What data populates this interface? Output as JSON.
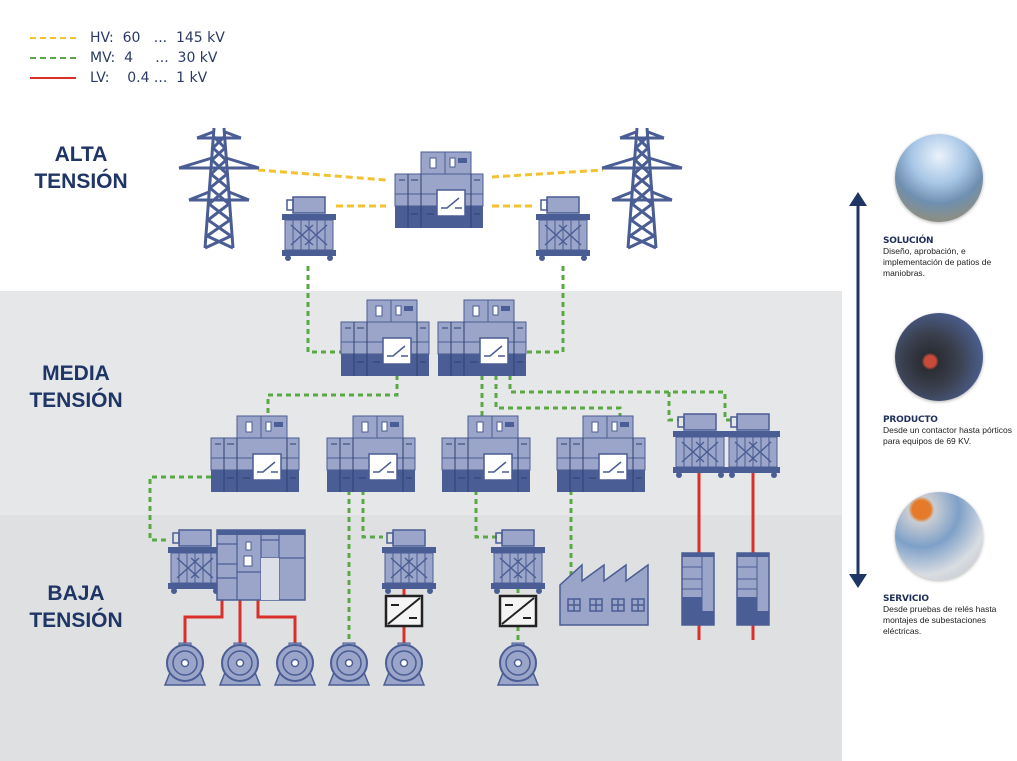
{
  "legend": [
    {
      "key": "hv",
      "text": "HV:  60   ...  145 kV",
      "color": "#f2c230",
      "style": "dashed"
    },
    {
      "key": "mv",
      "text": "MV:  4     ...  30 kV",
      "color": "#5aa845",
      "style": "dashed"
    },
    {
      "key": "lv",
      "text": "LV:    0.4 ...  1 kV",
      "color": "#d9302c",
      "style": "solid"
    }
  ],
  "levels": {
    "high": {
      "line1": "ALTA",
      "line2": "TENSIÓN"
    },
    "medium": {
      "line1": "MEDIA",
      "line2": "TENSIÓN"
    },
    "low": {
      "line1": "BAJA",
      "line2": "TENSIÓN"
    }
  },
  "colors": {
    "navy": "#1f3566",
    "equipment_dark": "#4a5d94",
    "equipment_light": "#9aa5c9",
    "hv_line": "#f2c230",
    "mv_line": "#5aa845",
    "lv_line": "#d9302c",
    "band_medium": "#e6e7e9",
    "band_low": "#dfe0e2"
  },
  "components": {
    "hv": [
      "transmission-tower",
      "transformer",
      "hv-switchgear",
      "transformer",
      "transmission-tower"
    ],
    "mv": [
      "mv-switchgear",
      "mv-switchgear",
      "mv-switchgear",
      "mv-switchgear",
      "mv-switchgear",
      "mv-switchgear",
      "transformer",
      "transformer"
    ],
    "lv": [
      "transformer",
      "lv-switchboard",
      "transformer",
      "converter",
      "transformer",
      "converter",
      "factory",
      "drive-cabinet",
      "drive-cabinet",
      "motor",
      "motor",
      "motor",
      "motor",
      "motor",
      "motor"
    ]
  },
  "side_panels": [
    {
      "photo": "substation-photo",
      "title": "SOLUCIÓN",
      "text": "Diseño, aprobación, e implementación de patios de maniobras."
    },
    {
      "photo": "contactor-photo",
      "title": "PRODUCTO",
      "text": "Desde un contactor hasta pórticos para equipos de 69 KV."
    },
    {
      "photo": "technician-photo",
      "title": "SERVICIO",
      "text": "Desde pruebas de relés hasta montajes de subestaciones eléctricas."
    }
  ]
}
